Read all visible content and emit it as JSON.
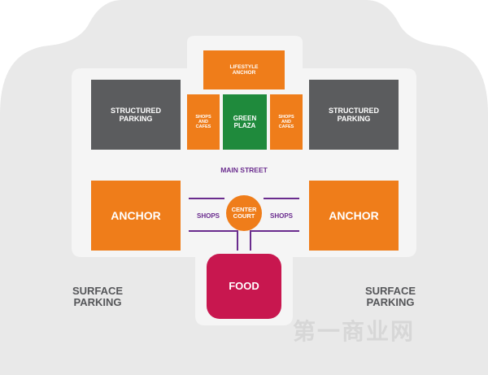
{
  "colors": {
    "anchor": "#ef7d1a",
    "structured_parking": "#5b5c5e",
    "green_plaza": "#1f8a3c",
    "food": "#c8174f",
    "street": "#6a2c8e",
    "surface": "#e9e9e9",
    "lot": "#f5f5f5"
  },
  "blocks": {
    "lifestyle_anchor": "LIFESTYLE\nANCHOR",
    "structured_parking_left": "STRUCTURED\nPARKING",
    "structured_parking_right": "STRUCTURED\nPARKING",
    "shops_cafes_left": "SHOPS\nAND\nCAFES",
    "shops_cafes_right": "SHOPS\nAND\nCAFES",
    "green_plaza": "GREEN\nPLAZA",
    "anchor_left": "ANCHOR",
    "anchor_right": "ANCHOR",
    "center_court": "CENTER\nCOURT",
    "food": "FOOD"
  },
  "labels": {
    "main_street": "MAIN STREET",
    "shops_left": "SHOPS",
    "shops_right": "SHOPS",
    "surface_parking_left": "SURFACE\nPARKING",
    "surface_parking_right": "SURFACE\nPARKING"
  },
  "watermark": "第一商业网"
}
